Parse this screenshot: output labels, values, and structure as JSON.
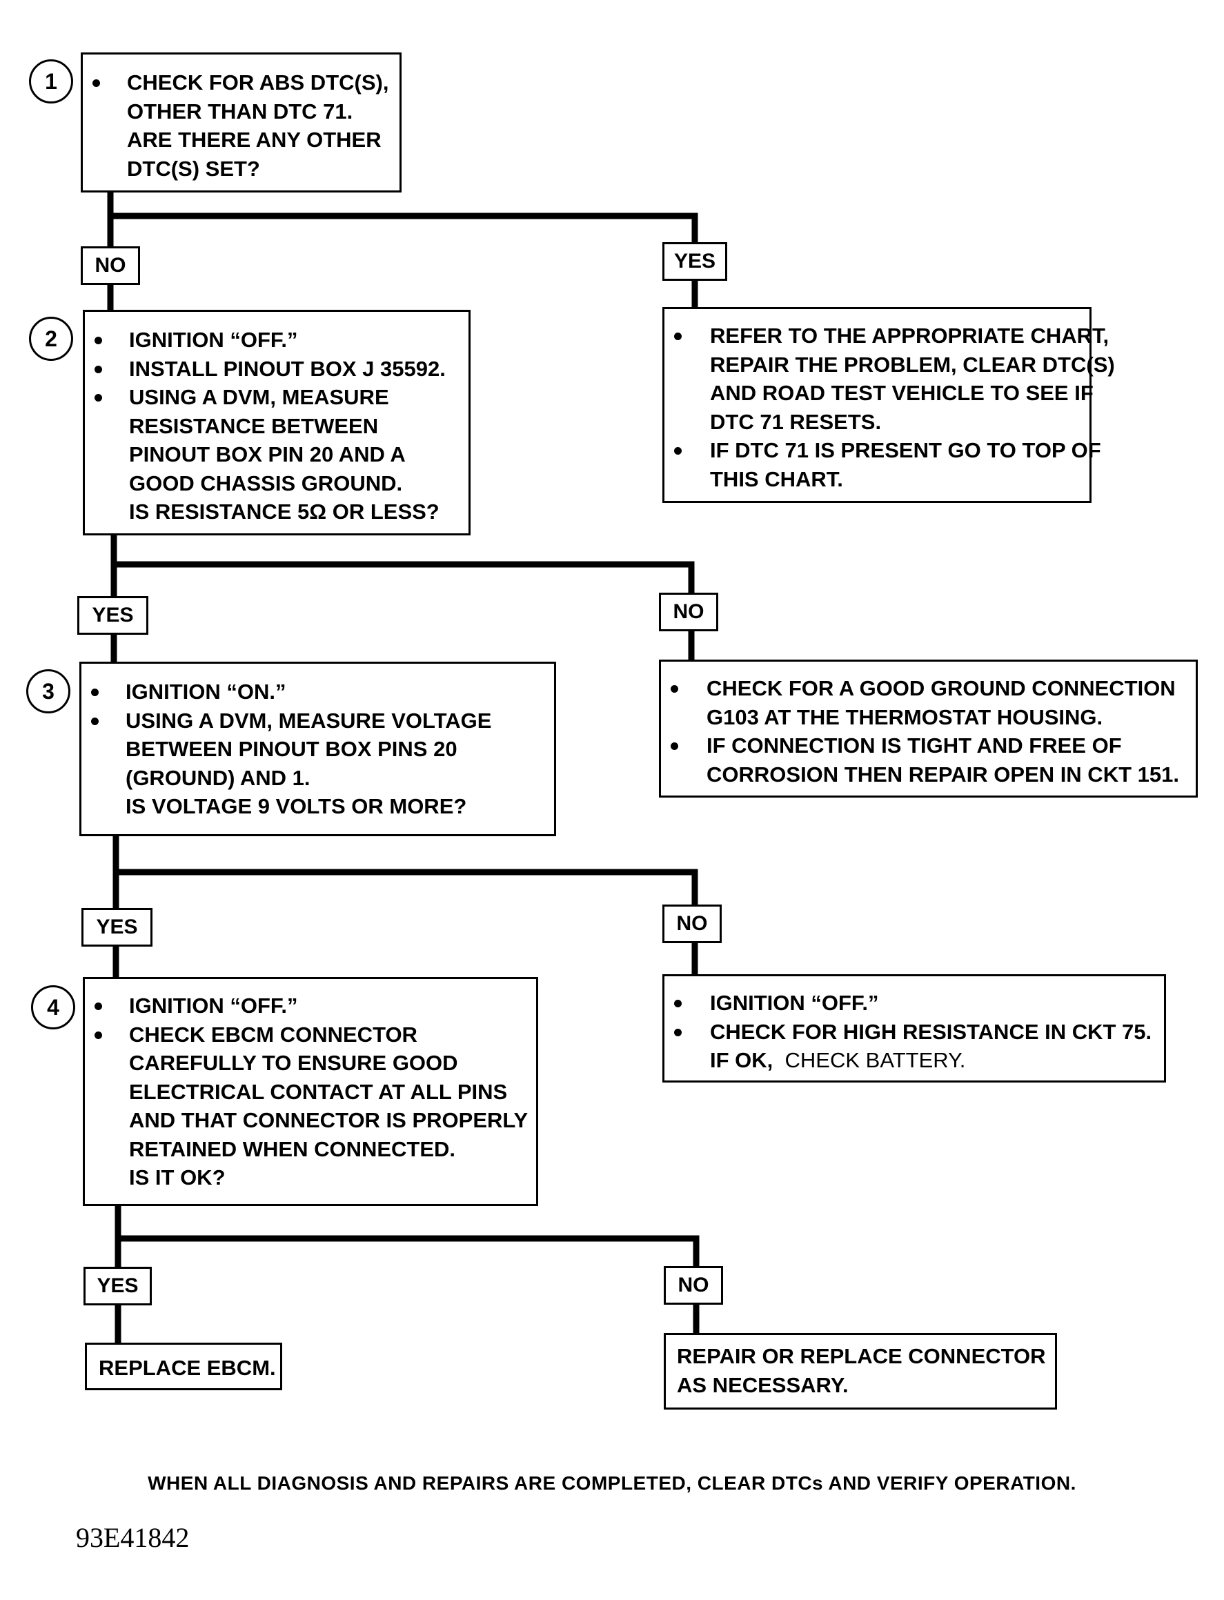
{
  "steps": [
    {
      "number": "1",
      "items": [
        {
          "text": "CHECK FOR ABS DTC(S),",
          "bullet": true
        },
        {
          "text": "OTHER THAN DTC 71.",
          "bullet": false
        },
        {
          "text": "ARE THERE ANY OTHER",
          "bullet": false
        },
        {
          "text": "DTC(S) SET?",
          "bullet": false
        }
      ]
    },
    {
      "number": "2",
      "items": [
        {
          "text": "IGNITION “OFF.”",
          "bullet": true
        },
        {
          "text": "INSTALL PINOUT BOX J 35592.",
          "bullet": true
        },
        {
          "text": "USING A DVM, MEASURE",
          "bullet": true
        },
        {
          "text": "RESISTANCE BETWEEN",
          "bullet": false
        },
        {
          "text": "PINOUT BOX PIN 20 AND  A",
          "bullet": false
        },
        {
          "text": "GOOD CHASSIS GROUND.",
          "bullet": false
        },
        {
          "text": "IS RESISTANCE 5Ω OR LESS?",
          "bullet": false
        }
      ]
    },
    {
      "number": "3",
      "items": [
        {
          "text": "IGNITION “ON.”",
          "bullet": true
        },
        {
          "text": "USING A DVM, MEASURE VOLTAGE",
          "bullet": true
        },
        {
          "text": "BETWEEN PINOUT BOX PINS 20",
          "bullet": false
        },
        {
          "text": "(GROUND) AND 1.",
          "bullet": false
        },
        {
          "text": "IS VOLTAGE 9 VOLTS OR MORE?",
          "bullet": false
        }
      ]
    },
    {
      "number": "4",
      "items": [
        {
          "text": "IGNITION “OFF.”",
          "bullet": true
        },
        {
          "text": "CHECK EBCM CONNECTOR",
          "bullet": true
        },
        {
          "text": "CAREFULLY TO ENSURE GOOD",
          "bullet": false
        },
        {
          "text": "ELECTRICAL CONTACT AT ALL PINS",
          "bullet": false
        },
        {
          "text": "AND THAT CONNECTOR IS PROPERLY",
          "bullet": false
        },
        {
          "text": "RETAINED WHEN CONNECTED.",
          "bullet": false
        },
        {
          "text": "IS IT OK?",
          "bullet": false
        }
      ]
    }
  ],
  "outcomes": {
    "step1_yes": [
      {
        "text": "REFER TO THE APPROPRIATE CHART,",
        "bullet": true
      },
      {
        "text": "REPAIR THE PROBLEM, CLEAR DTC(S)",
        "bullet": false
      },
      {
        "text": "AND ROAD TEST VEHICLE TO SEE IF",
        "bullet": false
      },
      {
        "text": "DTC 71 RESETS.",
        "bullet": false
      },
      {
        "text": "IF DTC 71 IS PRESENT GO TO TOP OF",
        "bullet": true
      },
      {
        "text": "THIS CHART.",
        "bullet": false
      }
    ],
    "step2_no": [
      {
        "text": "CHECK FOR A GOOD GROUND CONNECTION",
        "bullet": true
      },
      {
        "text": "G103 AT THE THERMOSTAT HOUSING.",
        "bullet": false
      },
      {
        "text": "IF CONNECTION IS TIGHT AND FREE OF",
        "bullet": true
      },
      {
        "text": "CORROSION THEN REPAIR OPEN IN CKT 151.",
        "bullet": false
      }
    ],
    "step3_no": {
      "lines": [
        {
          "text": "IGNITION “OFF.”",
          "bullet": true
        },
        {
          "text": "CHECK FOR HIGH RESISTANCE IN CKT 75.",
          "bullet": true
        }
      ],
      "last_prefix": "IF OK,",
      "last_suffix": "CHECK BATTERY."
    },
    "step4_yes": "REPLACE EBCM.",
    "step4_no": [
      "REPAIR OR REPLACE CONNECTOR",
      "AS NECESSARY."
    ]
  },
  "branch_labels": {
    "s1_left": "NO",
    "s1_right": "YES",
    "s2_left": "YES",
    "s2_right": "NO",
    "s3_left": "YES",
    "s3_right": "NO",
    "s4_left": "YES",
    "s4_right": "NO"
  },
  "footer": "WHEN ALL DIAGNOSIS AND REPAIRS ARE COMPLETED, CLEAR DTCs AND VERIFY OPERATION.",
  "figure_id": "93E41842"
}
